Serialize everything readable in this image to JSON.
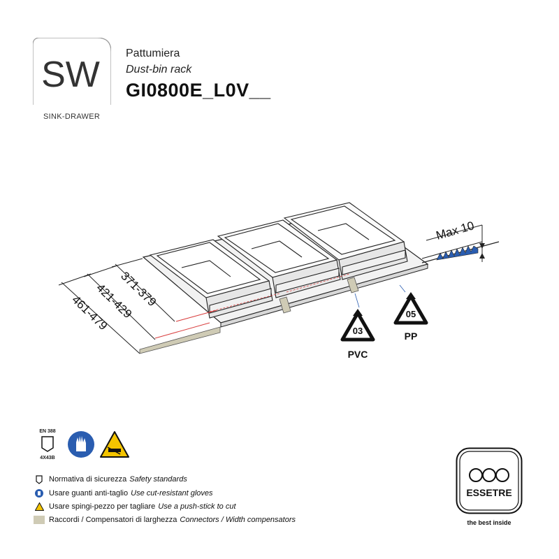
{
  "logo": {
    "mark": "SW",
    "caption": "SINK-DRAWER"
  },
  "product": {
    "name_it": "Pattumiera",
    "name_en": "Dust-bin rack",
    "code": "GI0800E_L0V__"
  },
  "dimensions": {
    "d1": "371-379",
    "d2": "421-429",
    "d3": "461-479",
    "max": "Max 10"
  },
  "recycling": [
    {
      "number": "03",
      "material": "PVC"
    },
    {
      "number": "05",
      "material": "PP"
    }
  ],
  "safety_icons": {
    "standard": "EN 388",
    "rating": "4X43B"
  },
  "legend": [
    {
      "icon": "glove-standard-icon",
      "it": "Normativa di sicurezza",
      "en": "Safety standards"
    },
    {
      "icon": "blue-glove-icon",
      "it": "Usare guanti anti-taglio",
      "en": "Use cut-resistant gloves"
    },
    {
      "icon": "warning-triangle-icon",
      "it": "Usare spingi-pezzo per tagliare",
      "en": "Use a push-stick to cut"
    },
    {
      "icon": "beige-swatch-icon",
      "it": "Raccordi / Compensatori di larghezza",
      "en": "Connectors / Width compensators"
    }
  ],
  "brand": {
    "name": "ESSETRE",
    "tagline": "the best inside"
  },
  "colors": {
    "accent_blue": "#2a5db0",
    "compensator_beige": "#cfcbb5",
    "red_line": "#d94040"
  }
}
